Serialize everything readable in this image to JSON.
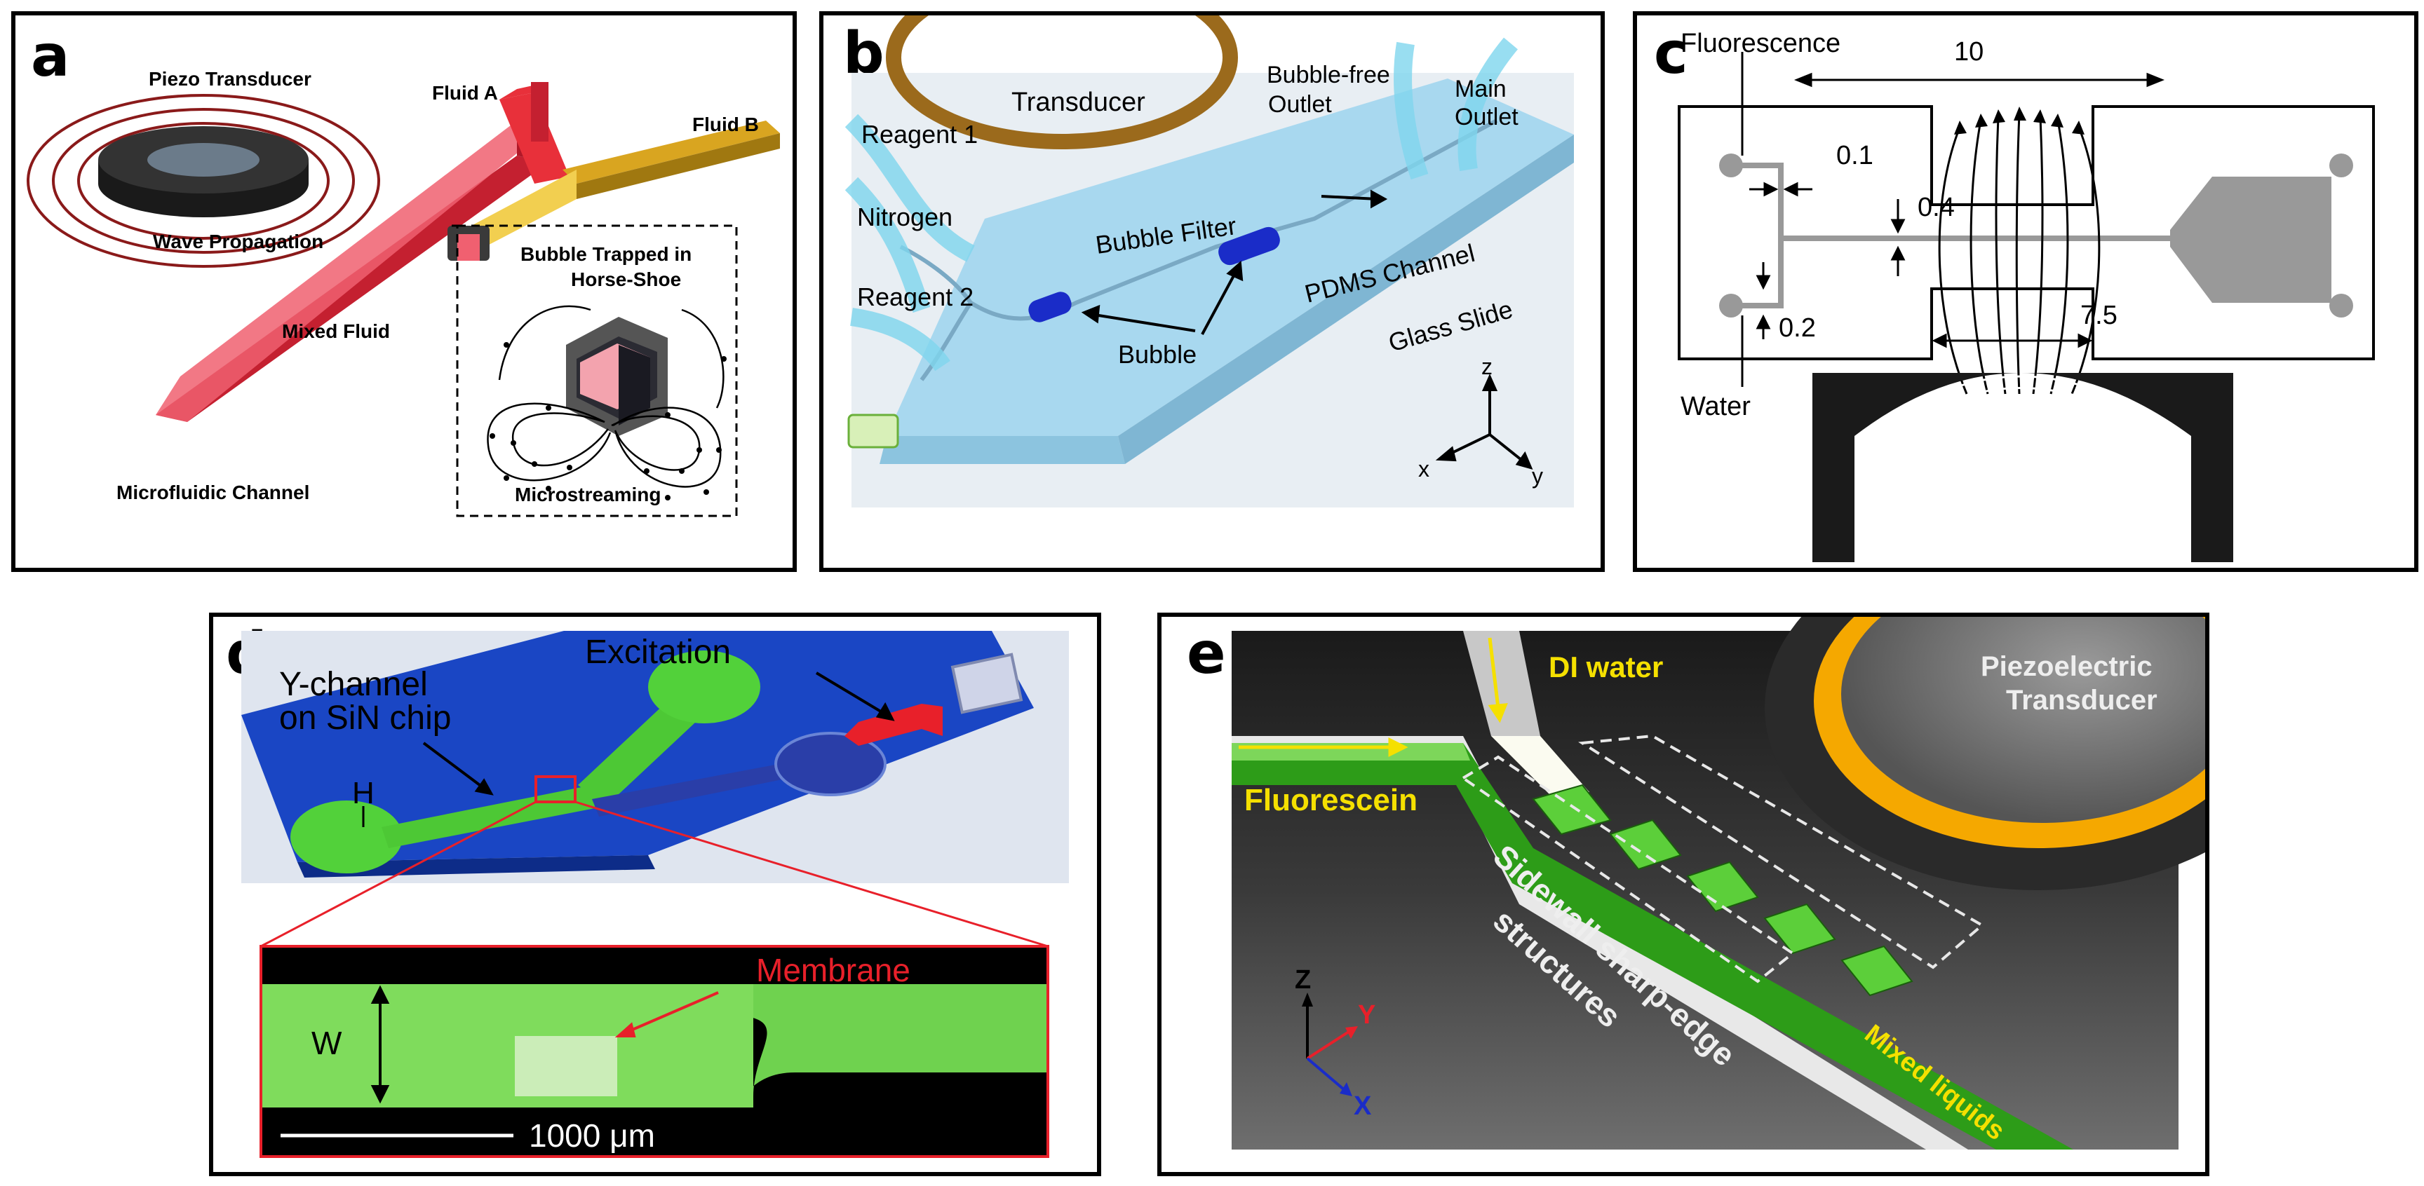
{
  "panels": {
    "a": {
      "letter": "a",
      "piezo_transducer": "Piezo Transducer",
      "fluid_a": "Fluid A",
      "fluid_b": "Fluid B",
      "wave_propagation": "Wave Propagation",
      "bubble_trapped_1": "Bubble Trapped in",
      "bubble_trapped_2": "Horse-Shoe",
      "mixed_fluid": "Mixed Fluid",
      "microfluidic_channel": "Microfluidic Channel",
      "microstreaming": "Microstreaming"
    },
    "b": {
      "letter": "b",
      "transducer": "Transducer",
      "bubble_free_1": "Bubble-free",
      "bubble_free_2": "Outlet",
      "main_outlet_1": "Main",
      "main_outlet_2": "Outlet",
      "reagent1": "Reagent 1",
      "nitrogen": "Nitrogen",
      "bubble_filter": "Bubble Filter",
      "pdms_channel": "PDMS Channel",
      "reagent2": "Reagent 2",
      "bubble": "Bubble",
      "glass_slide": "Glass Slide",
      "axis_z": "z",
      "axis_x": "x",
      "axis_y": "y"
    },
    "c": {
      "letter": "c",
      "fluorescence": "Fluorescence",
      "water": "Water",
      "dim_10": "10",
      "dim_01": "0.1",
      "dim_04": "0.4",
      "dim_02": "0.2",
      "dim_75": "7.5"
    },
    "d": {
      "letter": "d",
      "excitation": "Excitation",
      "ychannel_1": "Y-channel",
      "ychannel_2": "on SiN chip",
      "h": "H",
      "membrane": "Membrane",
      "w": "W",
      "scalebar": "1000 μm"
    },
    "e": {
      "letter": "e",
      "di_water": "DI water",
      "piezo_1": "Piezoelectric",
      "piezo_2": "Transducer",
      "fluorescein": "Fluorescein",
      "sidewall_1": "Sidewall sharp-edge",
      "sidewall_2": "structures",
      "mixed_liquids": "Mixed liquids",
      "axis_z": "Z",
      "axis_y": "Y",
      "axis_x": "X"
    }
  },
  "colors": {
    "fluid_red": "#e8303a",
    "fluid_gold": "#d9a520",
    "chip_blue": "#1a46c4",
    "fluor_green": "#52d13a",
    "transducer_orange": "#f5a800",
    "membrane_red": "#e8202a",
    "pdms_blue": "#a8d8ef"
  }
}
